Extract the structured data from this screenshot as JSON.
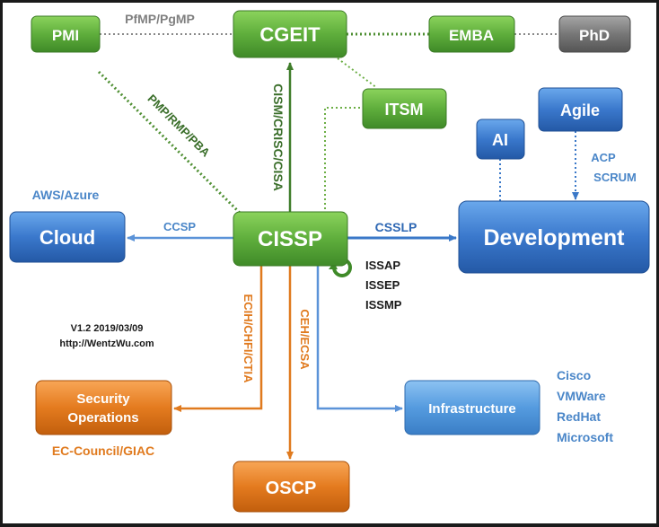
{
  "nodes": {
    "pmi": "PMI",
    "cgeit": "CGEIT",
    "emba": "EMBA",
    "phd": "PhD",
    "itsm": "ITSM",
    "ai": "AI",
    "agile": "Agile",
    "cloud": "Cloud",
    "cissp": "CISSP",
    "development": "Development",
    "security_operations_line1": "Security",
    "security_operations_line2": "Operations",
    "infrastructure": "Infrastructure",
    "oscp": "OSCP"
  },
  "edge_labels": {
    "pfmp_pgmp": "PfMP/PgMP",
    "pmp_rmp_pba": "PMP/RMP/PBA",
    "cism_crisc_cisa": "CISM/CRISC/CISA",
    "ccsp": "CCSP",
    "csslp": "CSSLP",
    "acp": "ACP",
    "scrum": "SCRUM",
    "issap": "ISSAP",
    "issep": "ISSEP",
    "issmp": "ISSMP",
    "ecih_chfi_ctia": "ECIH/CHFI/CTIA",
    "ceh_ecsa": "CEH/ECSA"
  },
  "side_labels": {
    "aws_azure": "AWS/Azure",
    "ec_council_giac": "EC-Council/GIAC",
    "version": "V1.2 2019/03/09",
    "website": "http://WentzWu.com",
    "infra_vendors": [
      "Cisco",
      "VMWare",
      "RedHat",
      "Microsoft"
    ]
  },
  "colors": {
    "green": "#5aa83a",
    "blue": "#3a78c8",
    "orange": "#e07a1e",
    "gray": "#6b6b6b",
    "green_text": "#3a6e2a",
    "blue_text": "#4a86c8",
    "orange_text": "#e07a1e"
  }
}
